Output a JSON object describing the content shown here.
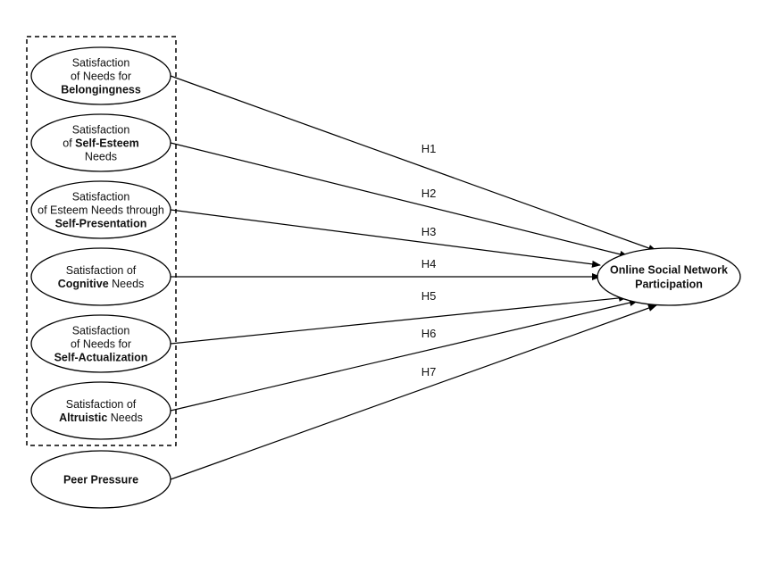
{
  "diagram": {
    "sources": [
      {
        "id": "belongingness",
        "lines": [
          [
            {
              "text": "Satisfaction",
              "bold": false
            }
          ],
          [
            {
              "text": "of Needs for",
              "bold": false
            }
          ],
          [
            {
              "text": "Belongingness",
              "bold": true
            }
          ]
        ]
      },
      {
        "id": "self-esteem",
        "lines": [
          [
            {
              "text": "Satisfaction",
              "bold": false
            }
          ],
          [
            {
              "text": "of ",
              "bold": false
            },
            {
              "text": "Self-Esteem",
              "bold": true
            }
          ],
          [
            {
              "text": "Needs",
              "bold": false
            }
          ]
        ]
      },
      {
        "id": "self-presentation",
        "lines": [
          [
            {
              "text": "Satisfaction",
              "bold": false
            }
          ],
          [
            {
              "text": "of Esteem Needs through",
              "bold": false
            }
          ],
          [
            {
              "text": "Self-Presentation",
              "bold": true
            }
          ]
        ]
      },
      {
        "id": "cognitive",
        "lines": [
          [
            {
              "text": "Satisfaction of",
              "bold": false
            }
          ],
          [
            {
              "text": "Cognitive",
              "bold": true
            },
            {
              "text": " Needs",
              "bold": false
            }
          ]
        ]
      },
      {
        "id": "self-actualization",
        "lines": [
          [
            {
              "text": "Satisfaction",
              "bold": false
            }
          ],
          [
            {
              "text": "of Needs for",
              "bold": false
            }
          ],
          [
            {
              "text": "Self-Actualization",
              "bold": true
            }
          ]
        ]
      },
      {
        "id": "altruistic",
        "lines": [
          [
            {
              "text": "Satisfaction of",
              "bold": false
            }
          ],
          [
            {
              "text": "Altruistic",
              "bold": true
            },
            {
              "text": " Needs",
              "bold": false
            }
          ]
        ]
      },
      {
        "id": "peer-pressure",
        "lines": [
          [
            {
              "text": "Peer Pressure",
              "bold": true
            }
          ]
        ]
      }
    ],
    "target": {
      "id": "online-social-network-participation",
      "lines": [
        "Online Social Network",
        "Participation"
      ]
    },
    "edges": [
      {
        "from": "belongingness",
        "label": "H1"
      },
      {
        "from": "self-esteem",
        "label": "H2"
      },
      {
        "from": "self-presentation",
        "label": "H3"
      },
      {
        "from": "cognitive",
        "label": "H4"
      },
      {
        "from": "self-actualization",
        "label": "H5"
      },
      {
        "from": "altruistic",
        "label": "H6"
      },
      {
        "from": "peer-pressure",
        "label": "H7"
      }
    ],
    "group": {
      "members": [
        "belongingness",
        "self-esteem",
        "self-presentation",
        "cognitive",
        "self-actualization",
        "altruistic"
      ],
      "style": "dashed"
    }
  }
}
